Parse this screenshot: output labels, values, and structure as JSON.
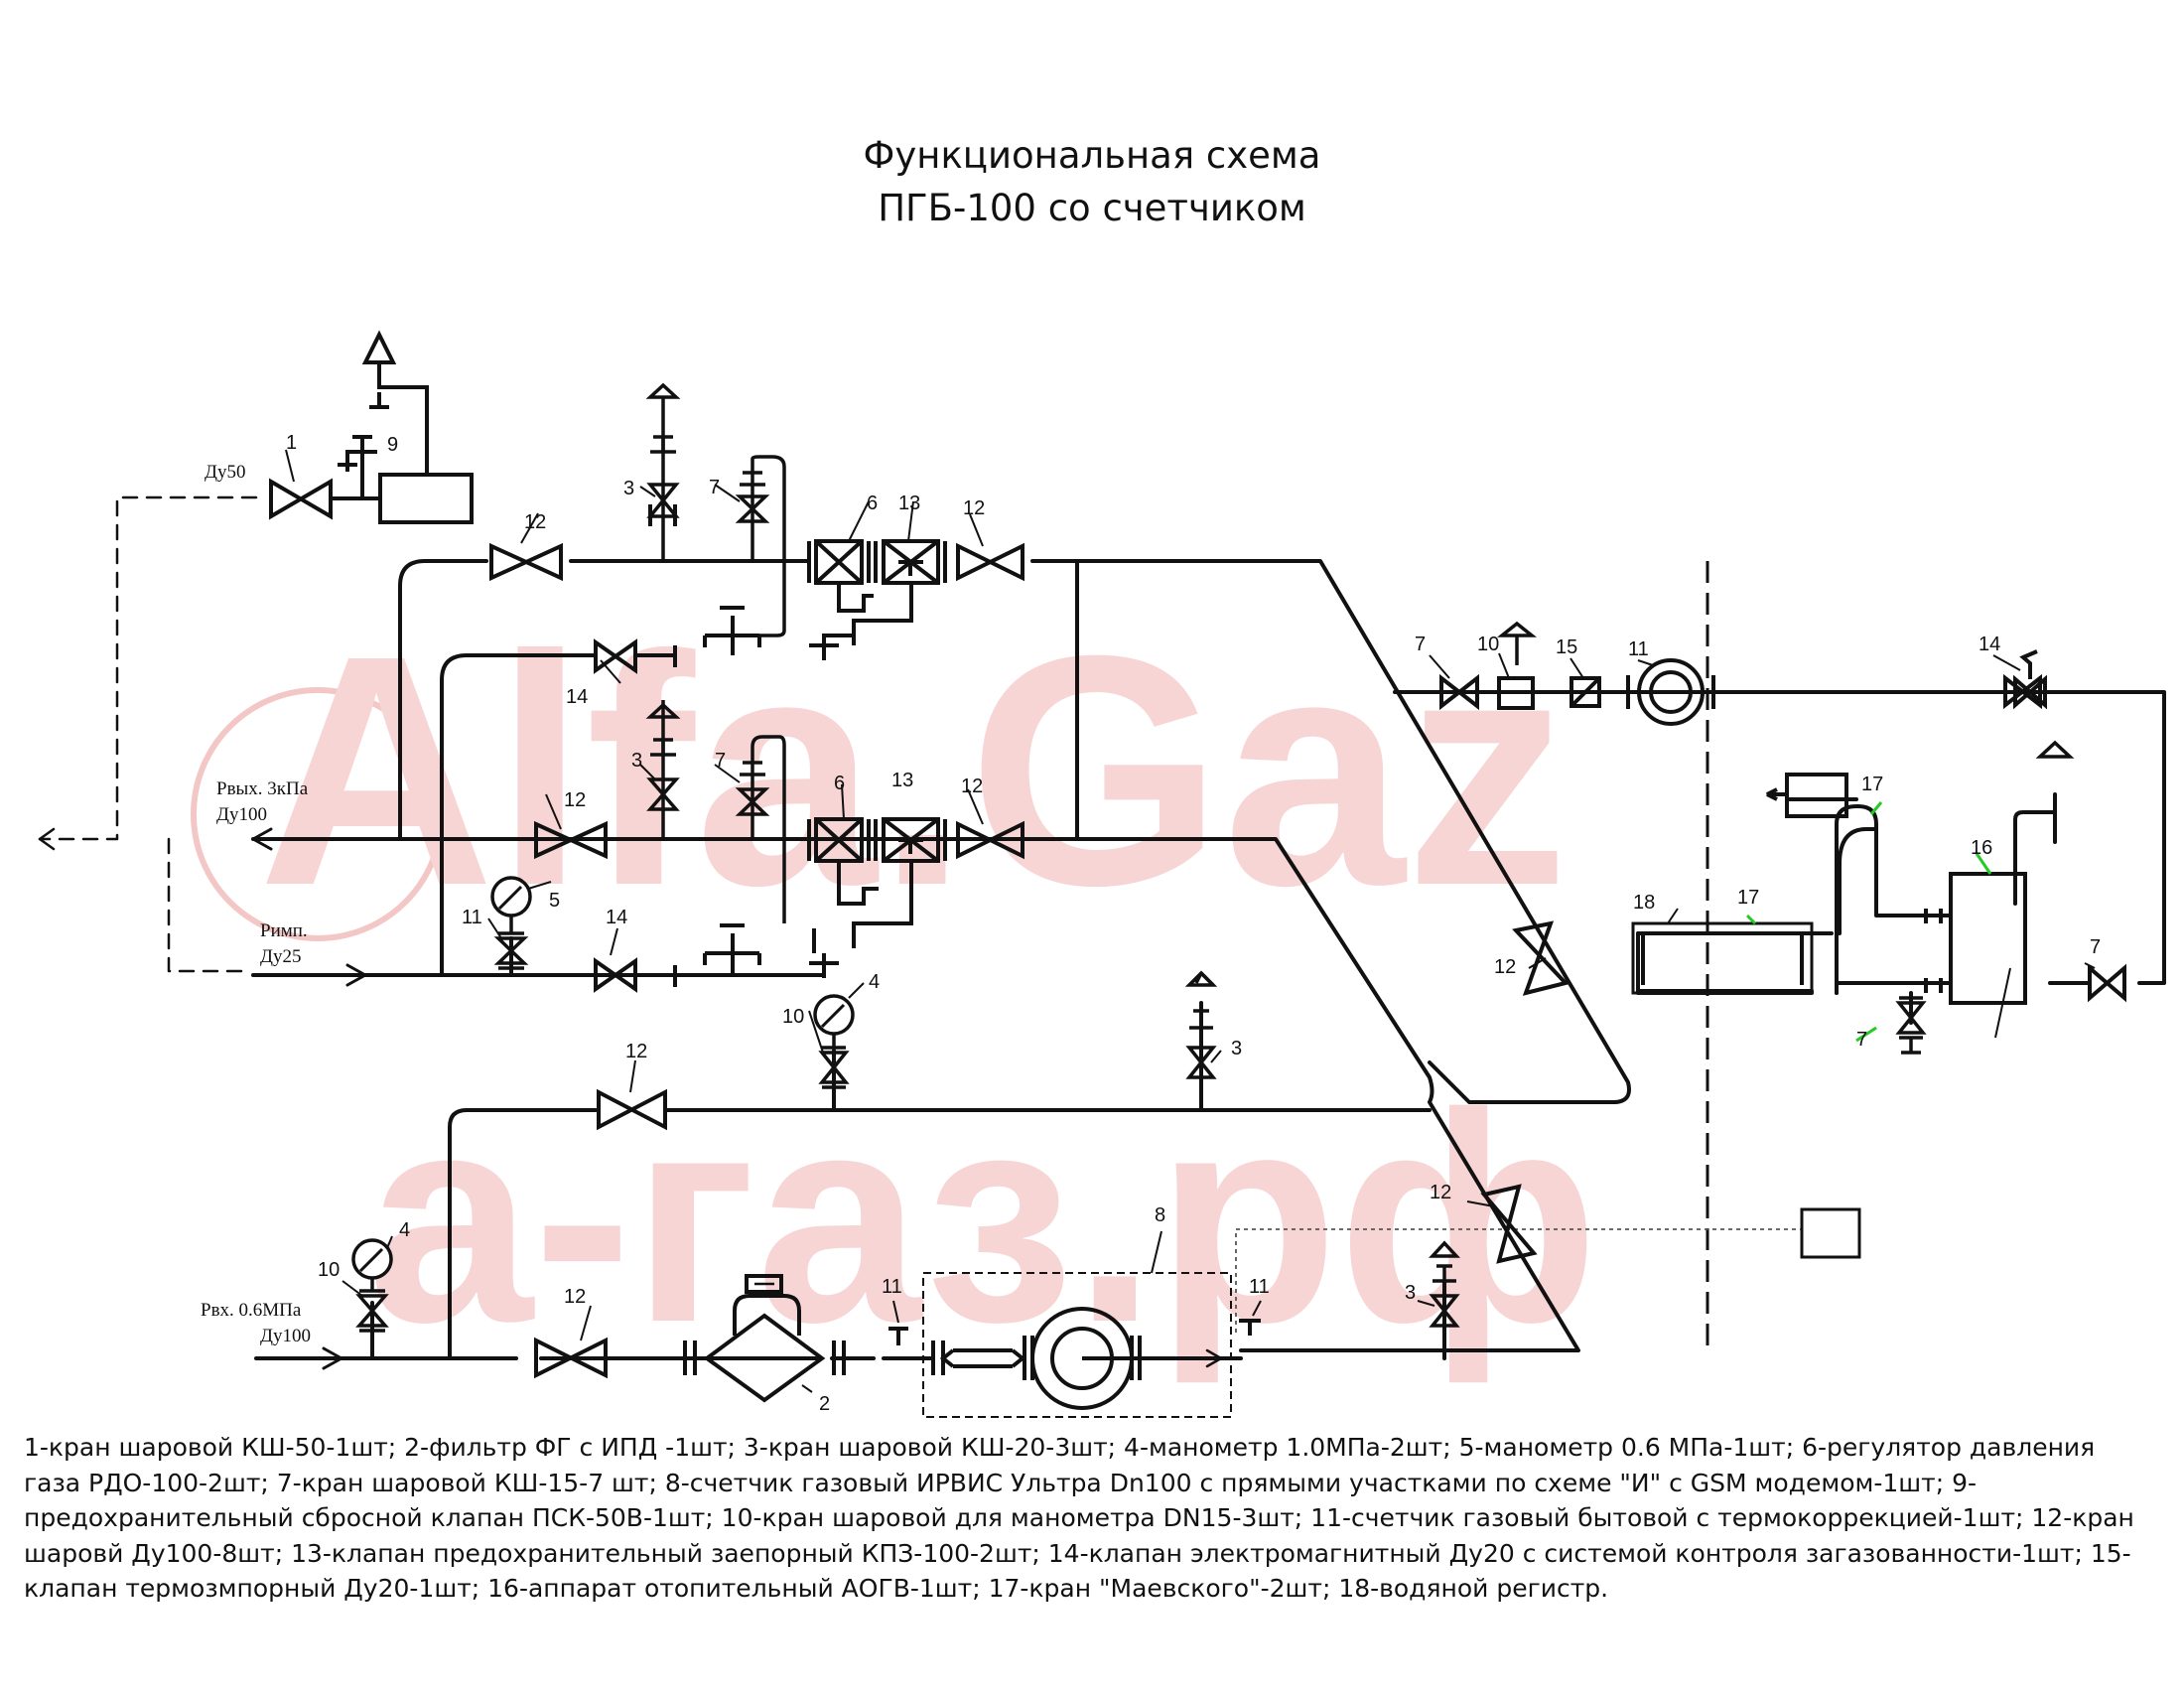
{
  "title": {
    "line1": "Функциональная схема",
    "line2": "ПГБ-100 со счетчиком"
  },
  "watermark": {
    "brand": "Alfa.Gaz",
    "domain": "а-газ.рф",
    "color": "#f4c7c7"
  },
  "labels": {
    "du50": "Ду50",
    "p_out": "Рвых. 3кПа",
    "p_out_du": "Ду100",
    "p_imp": "Римп.",
    "p_imp_du": "Ду25",
    "p_in": "Рвх. 0.6МПа",
    "p_in_du": "Ду100"
  },
  "numbers": {
    "n1": "1",
    "n2": "2",
    "n3": "3",
    "n4": "4",
    "n5": "5",
    "n6": "6",
    "n7": "7",
    "n8": "8",
    "n9": "9",
    "n10": "10",
    "n11": "11",
    "n12": "12",
    "n13": "13",
    "n14": "14",
    "n15": "15",
    "n16": "16",
    "n17": "17",
    "n18": "18"
  },
  "legend": "1-кран шаровой КШ-50-1шт; 2-фильтр ФГ с ИПД -1шт; 3-кран шаровой КШ-20-3шт; 4-манометр 1.0МПа-2шт; 5-манометр 0.6 МПа-1шт; 6-регулятор давления газа РДО-100-2шт; 7-кран шаровой КШ-15-7 шт; 8-счетчик газовый ИРВИС Ультра Dn100  с прямыми участками по схеме \"И\" с GSM модемом-1шт; 9-предохранительный сбросной клапан ПСК-50В-1шт; 10-кран шаровой для манометра DN15-3шт; 11-счетчик газовый бытовой с термокоррекцией-1шт; 12-кран шаровй Ду100-8шт; 13-клапан предохранительный заепорный КПЗ-100-2шт; 14-клапан электромагнитный Ду20 с системой контроля загазованности-1шт; 15-клапан термозмпорный Ду20-1шт; 16-аппарат отопительный АОГВ-1шт; 17-кран \"Маевского\"-2шт; 18-водяной регистр.",
  "colors": {
    "line": "#111111",
    "accent": "#22cc22"
  }
}
